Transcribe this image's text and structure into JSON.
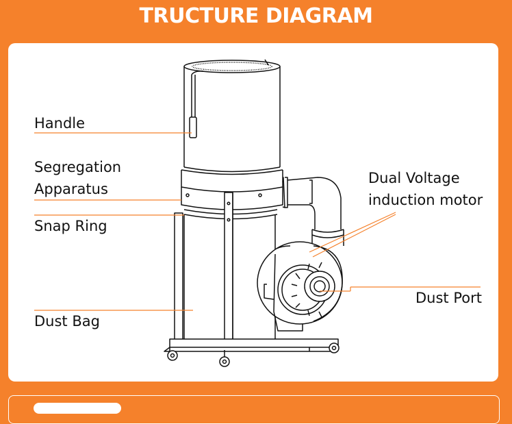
{
  "title": "TRUCTURE DIAGRAM",
  "labels": {
    "handle": "Handle",
    "segregation_line1": "Segregation",
    "segregation_line2": "Apparatus",
    "snap_ring": "Snap Ring",
    "dust_bag": "Dust Bag",
    "motor_line1": "Dual Voltage",
    "motor_line2": "induction motor",
    "dust_port": "Dust Port"
  },
  "colors": {
    "background": "#F5812B",
    "panel": "#FFFFFF",
    "leader_line": "#F5812B",
    "drawing_stroke": "#111111"
  }
}
